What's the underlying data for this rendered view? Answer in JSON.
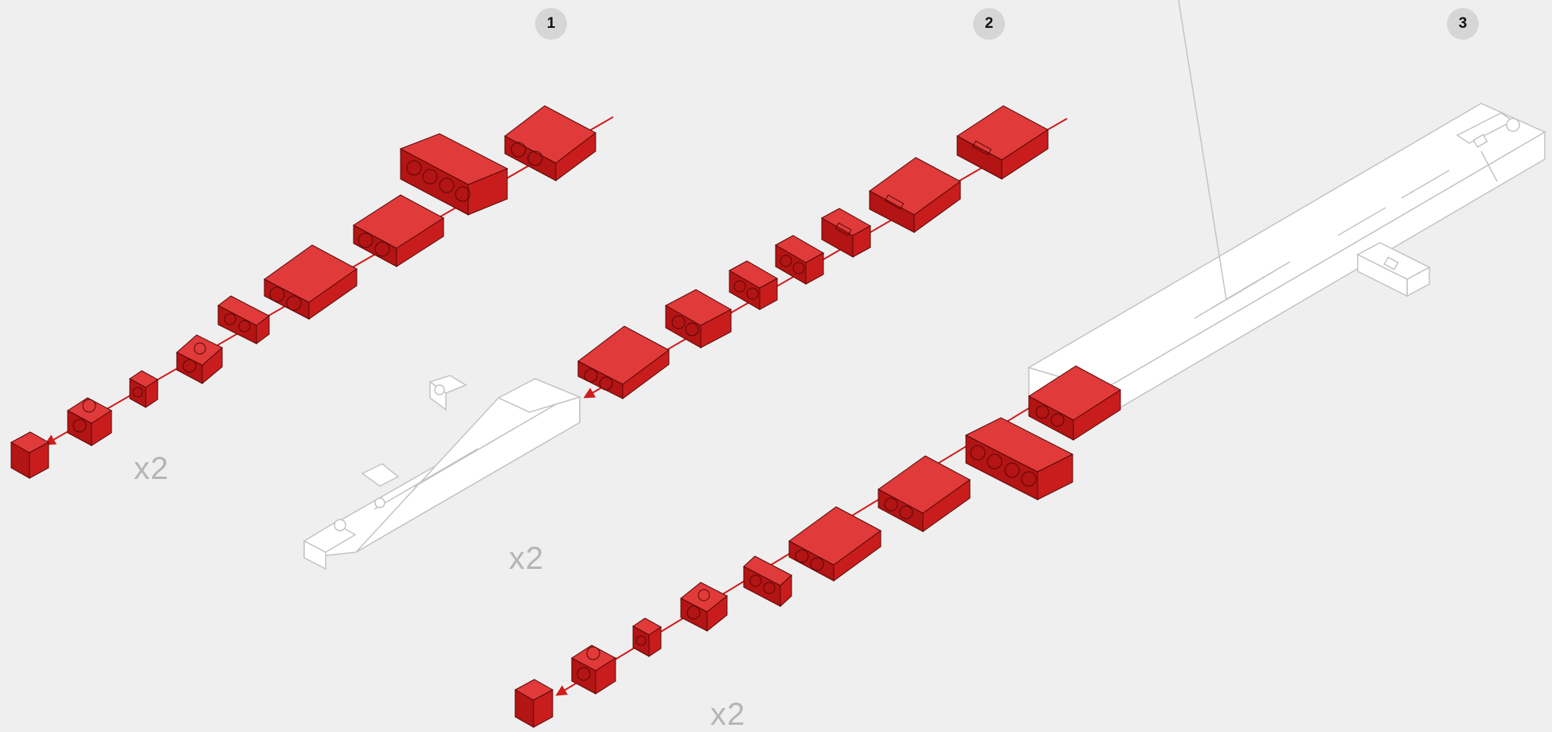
{
  "steps": {
    "step1": "1",
    "step2": "2",
    "step3": "3"
  },
  "multipliers": {
    "step1": "x2",
    "step2": "x2",
    "step3": "x2"
  },
  "colors": {
    "background": "#efefef",
    "brick_top": "#e03a3a",
    "brick_left": "#b31414",
    "brick_right": "#c91d1d",
    "brick_stroke": "#5a0808",
    "assembly_line": "#c4c4c4",
    "path_line": "#d01c1c",
    "badge": "#d6d6d6"
  }
}
